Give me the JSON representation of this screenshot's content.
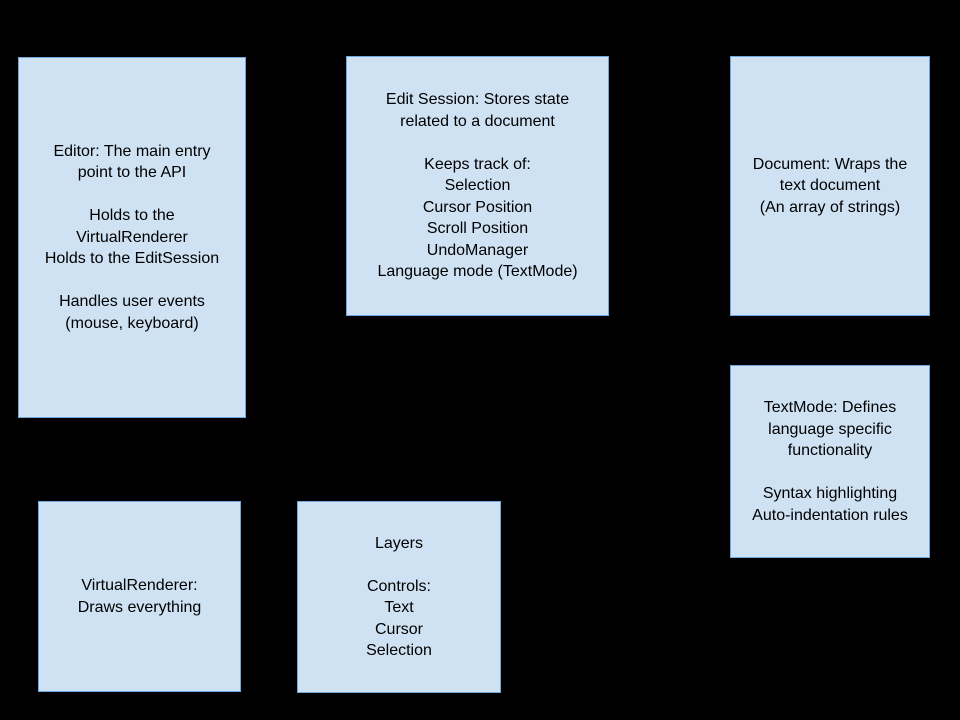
{
  "diagram": {
    "background_color": "#000000",
    "box_fill_color": "#cfe2f3",
    "text_color": "#000000",
    "boxes": [
      {
        "id": "editor",
        "text": "Editor: The main entry\npoint to the API\n\nHolds to the\nVirtualRenderer\nHolds to the EditSession\n\nHandles user events\n(mouse, keyboard)"
      },
      {
        "id": "edit-session",
        "text": "Edit Session: Stores state\nrelated to a document\n\nKeeps track of:\nSelection\nCursor Position\nScroll Position\nUndoManager\nLanguage mode (TextMode)"
      },
      {
        "id": "document",
        "text": "Document: Wraps the\ntext document\n(An array of strings)"
      },
      {
        "id": "textmode",
        "text": "TextMode: Defines\nlanguage specific\nfunctionality\n\nSyntax highlighting\nAuto-indentation rules"
      },
      {
        "id": "virtualrenderer",
        "text": "VirtualRenderer:\nDraws everything"
      },
      {
        "id": "layers",
        "text": "Layers\n\nControls:\nText\nCursor\nSelection"
      }
    ]
  }
}
